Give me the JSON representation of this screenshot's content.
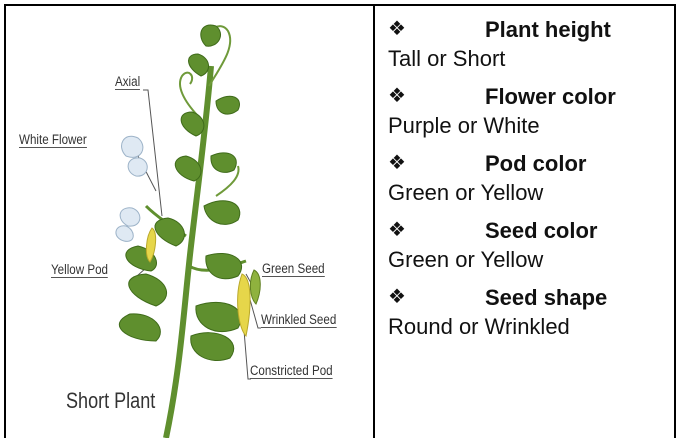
{
  "figure": {
    "labels": {
      "axial": "Axial",
      "white_flower": "White Flower",
      "yellow_pod": "Yellow Pod",
      "green_seed": "Green Seed",
      "wrinkled_seed": "Wrinkled Seed",
      "constricted_pod": "Constricted Pod"
    },
    "caption": "Short Plant"
  },
  "traits": [
    {
      "bullet": "❖",
      "title": "Plant height",
      "value": "Tall or Short"
    },
    {
      "bullet": "❖",
      "title": "Flower color",
      "value": "Purple or White"
    },
    {
      "bullet": "❖",
      "title": "Pod color",
      "value": "Green or Yellow"
    },
    {
      "bullet": "❖",
      "title": "Seed color",
      "value": "Green or Yellow"
    },
    {
      "bullet": "❖",
      "title": "Seed shape",
      "value": "Round or Wrinkled"
    }
  ],
  "colors": {
    "leaf": "#5f8f2e",
    "leaf_dark": "#3f6b1a",
    "pod_yellow": "#e6d64a",
    "flower_white": "#dfe9f3",
    "border": "#000000"
  }
}
